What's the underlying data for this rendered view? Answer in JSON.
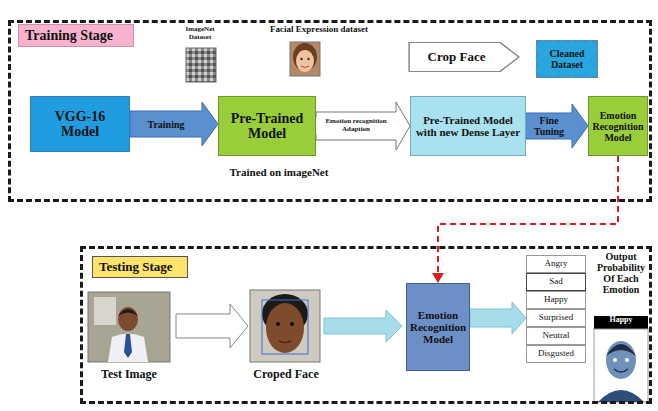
{
  "diagram": {
    "nodes": [
      {
        "text": [
          "Training Stage"
        ]
      },
      {
        "text": [
          "Crop Face"
        ],
        "in": 0
      },
      {
        "text": [
          "Cleaned Dataset"
        ],
        "in": 0
      },
      {
        "text": [
          "VGG-16 Model"
        ],
        "in": 0
      },
      {
        "text": [
          "Pre-Trained Model"
        ],
        "in": 0
      },
      {
        "text": [
          "Pre-Trained Model with new Dense Layer"
        ],
        "in": 0
      },
      {
        "text": [
          "Emotion Recognition Model"
        ],
        "in": 0
      },
      {
        "text": [
          "Testing Stage"
        ]
      },
      {
        "text": [
          "Emotion Recognition Model"
        ],
        "in": 7
      },
      {
        "text": [
          "Angry"
        ],
        "in": 7
      },
      {
        "text": [
          "Sad"
        ],
        "in": 7
      },
      {
        "text": [
          "Happy"
        ],
        "in": 7
      },
      {
        "text": [
          "Surprised"
        ],
        "in": 7
      },
      {
        "text": [
          "Neutral"
        ],
        "in": 7
      },
      {
        "text": [
          "Disgusted"
        ],
        "in": 7
      }
    ],
    "edges": [
      {
        "from": 3,
        "to": 4,
        "arrow": "to",
        "label": "Training"
      },
      {
        "from": 4,
        "to": 5,
        "arrow": "to",
        "label": "Emotion recognition Adaption"
      },
      {
        "from": 5,
        "to": 6,
        "arrow": "to",
        "label": "Fine Tuning"
      },
      {
        "from": 6,
        "to": 8,
        "arrow": "to"
      },
      {
        "from": 8,
        "to": 12,
        "arrow": "to"
      }
    ],
    "labels": [
      "ImageNet Dataset",
      "Facial Expression dataset",
      "Trained on imageNet",
      "Test Image",
      "Croped Face",
      "Output Probability Of Each Emotion",
      "Happy"
    ]
  }
}
